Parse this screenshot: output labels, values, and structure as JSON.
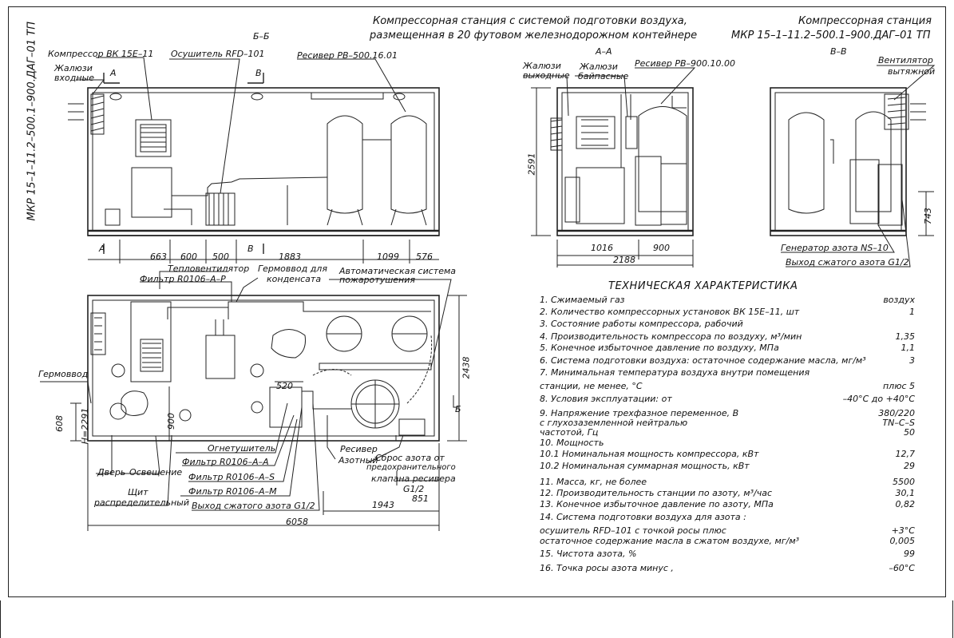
{
  "title": {
    "line1": "Компрессорная станция с системой подготовки воздуха,",
    "line2": "размещенная в 20 футовом железнодорожном контейнере",
    "right1": "Компрессорная станция",
    "right2": "МКР 15–1–11.2–500.1–900.ДАГ–01 ТП",
    "vertical": "МКР 15–1–11.2–500.1–900.ДАГ–01 ТП"
  },
  "views": {
    "bb": "Б–Б",
    "aa": "А–А",
    "vv": "В–В"
  },
  "side_labels": {
    "compressor": "Компрессор ВК 15Е–11",
    "dryer": "Осушитель RFD–101",
    "receiver500": "Ресивер РВ–500.16.01",
    "louvers_in1": "Жалюзи",
    "louvers_in2": "входные",
    "sec_a": "А",
    "sec_b": "В",
    "sec_b2": "В"
  },
  "side_dims": [
    "663",
    "600",
    "500",
    "1883",
    "1099",
    "576"
  ],
  "end_a_labels": {
    "louvers_out1": "Жалюзи",
    "louvers_out2": "выходные",
    "louvers_bp1": "Жалюзи",
    "louvers_bp2": "байпасные",
    "receiver900": "Ресивер РВ–900.10.00",
    "height": "2591",
    "d1": "1016",
    "d2": "900",
    "d3": "2188"
  },
  "end_b_labels": {
    "fan1": "Вентилятор",
    "fan2": "вытяжной",
    "height": "743",
    "n2gen": "Генератор азота NS–10",
    "outlet": "Выход сжатого азота G1/2"
  },
  "plan_labels": {
    "heater": "Тепловентилятор",
    "filter_p": "Фильтр R0106–А–Р",
    "seal_cond1": "Гермоввод для",
    "seal_cond2": "конденсата",
    "fire1": "Автоматическая система",
    "fire2": "пожаротушения",
    "seal": "Гермоввод",
    "dim520": "520",
    "dim900": "900",
    "dim608": "608",
    "h2291": "Н=2291",
    "width2438": "2438",
    "sec_b": "Б",
    "extinguisher": "Огнетушитель",
    "filter_a": "Фильтр R0106–А–А",
    "filter_s": "Фильтр R0106–А–S",
    "filter_m": "Фильтр R0106–А–М",
    "outlet_n2": "Выход сжатого азота G1/2",
    "door": "Дверь",
    "light": "Освещение",
    "panel1": "Щит",
    "panel2": "распределительный",
    "rec_n1": "Ресивер",
    "rec_n2": "Азотный",
    "vent1": "Сброс азота от",
    "vent2": "предохранительного",
    "vent3": "клапана ресивера",
    "vent4": "G1/2",
    "dim851": "851",
    "dim1943": "1943",
    "dim6058": "6058"
  },
  "specs": {
    "heading": "ТЕХНИЧЕСКАЯ ХАРАКТЕРИСТИКА",
    "rows": [
      {
        "label": "1. Сжимаемый газ",
        "value": "воздух"
      },
      {
        "label": "2. Количество компрессорных установок ВК 15Е–11, шт",
        "value": "1"
      },
      {
        "label": "3. Состояние работы компрессора, рабочий",
        "value": ""
      },
      {
        "label": "4. Производительность компрессора по воздуху, м³/мин",
        "value": "1,35"
      },
      {
        "label": "5. Конечное избыточное давление по воздуху, МПа",
        "value": "1,1"
      },
      {
        "label": "6. Система подготовки воздуха: остаточное содержание масла, мг/м³",
        "value": "3"
      },
      {
        "label": "7. Минимальная температура воздуха внутри помещения",
        "value": ""
      },
      {
        "label": "   станции, не менее, °С",
        "value": "плюс 5"
      },
      {
        "label": "8. Условия эксплуатации: от",
        "value": "–40°С до +40°С"
      },
      {
        "label": "9. Напряжение трехфазное переменное, В",
        "value": "380/220"
      },
      {
        "label": "   с глухозаземленной нейтралью",
        "value": "TN–C–S"
      },
      {
        "label": "   частотой, Гц",
        "value": "50"
      },
      {
        "label": "10. Мощность",
        "value": ""
      },
      {
        "label": "10.1 Номинальная мощность компрессора, кВт",
        "value": "12,7"
      },
      {
        "label": "10.2 Номинальная суммарная мощность, кВт",
        "value": "29"
      },
      {
        "label": "11. Масса, кг, не более",
        "value": "5500"
      },
      {
        "label": "12. Производительность станции по азоту, м³/час",
        "value": "30,1"
      },
      {
        "label": "13. Конечное избыточное давление по азоту, МПа",
        "value": "0,82"
      },
      {
        "label": "14. Система подготовки воздуха для азота :",
        "value": ""
      },
      {
        "label": " осушитель RFD–101 с точкой росы плюс",
        "value": "+3°С"
      },
      {
        "label": " остаточное содержание масла в сжатом воздухе, мг/м³",
        "value": "0,005"
      },
      {
        "label": "15. Чистота азота, %",
        "value": "99"
      },
      {
        "label": "16. Точка росы азота минус ,",
        "value": "–60°С"
      }
    ]
  }
}
